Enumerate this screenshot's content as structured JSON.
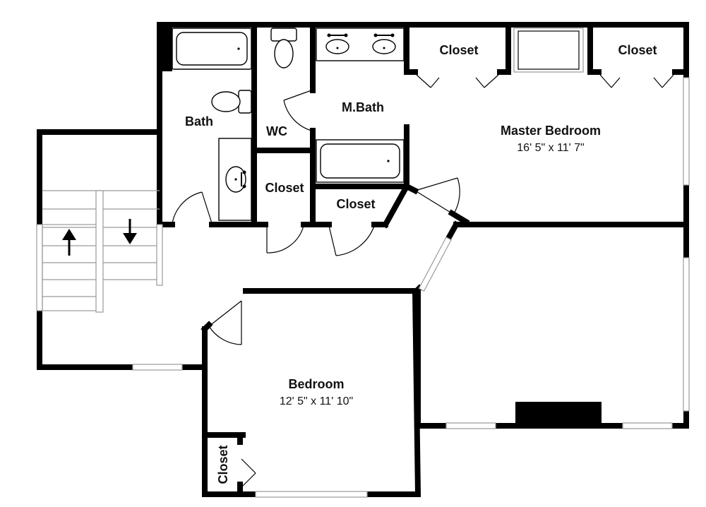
{
  "rooms": {
    "bath": {
      "name": "Bath"
    },
    "wc": {
      "name": "WC"
    },
    "mbath": {
      "name": "M.Bath"
    },
    "closet_top_left": {
      "name": "Closet"
    },
    "closet_top_right": {
      "name": "Closet"
    },
    "master": {
      "name": "Master Bedroom",
      "dims": "16' 5\" x 11' 7\""
    },
    "closet_mid_left": {
      "name": "Closet"
    },
    "closet_mid_right": {
      "name": "Closet"
    },
    "bedroom": {
      "name": "Bedroom",
      "dims": "12' 5\" x 11' 10\""
    },
    "closet_bedroom": {
      "name": "Closet"
    }
  },
  "icons": {
    "stair_up": "arrow-up-icon",
    "stair_down": "arrow-down-icon"
  },
  "colors": {
    "wall": "#000000",
    "window": "#9a9a9a",
    "background": "#ffffff"
  }
}
